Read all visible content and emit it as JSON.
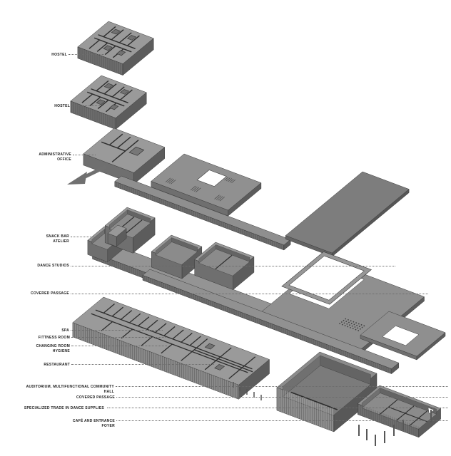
{
  "diagram": {
    "kind": "exploded-axonometric-building-diagram",
    "colors": {
      "background": "#ffffff",
      "ink": "#1c1c1c",
      "plate_top": "#989898",
      "plate_side_left": "#6f6f6f",
      "plate_side_right": "#5c5c5c",
      "dark_roof_plate": "#7d7d7d",
      "leader_line": "#6b6b6b"
    },
    "labels": [
      {
        "id": "hostel-upper",
        "l1": "HOSTEL"
      },
      {
        "id": "hostel-lower",
        "l1": "HOSTEL"
      },
      {
        "id": "administrative-office",
        "l1": "ADMINISTRATIVE",
        "l2": "OFFICE"
      },
      {
        "id": "snack-bar-atelier",
        "l1": "SNACK BAR",
        "l2": "ATELIER"
      },
      {
        "id": "dance-studios",
        "l1": "DANCE STUDIOS"
      },
      {
        "id": "covered-passage-upper",
        "l1": "COVERED PASSAGE"
      },
      {
        "id": "spa",
        "l1": "SPA"
      },
      {
        "id": "fittness-room",
        "l1": "FITTNESS ROOM"
      },
      {
        "id": "changing-room-hygiene",
        "l1": "CHANGING ROOM",
        "l2": "HYGIENE"
      },
      {
        "id": "restaurant",
        "l1": "RESTAURANT"
      },
      {
        "id": "auditorium-community-hall",
        "l1": "AUDITORIUM, MULTIFUNCTIONAL COMMUNITY HALL"
      },
      {
        "id": "covered-passage-lower",
        "l1": "COVERED PASSAGE"
      },
      {
        "id": "specialized-trade",
        "l1": "SPECIALIZED TRADE IN DANCE SUPPLIES"
      },
      {
        "id": "cafe-entrance-foyer",
        "l1": "CAFÉ AND ENTRANCE FOYER"
      }
    ]
  }
}
